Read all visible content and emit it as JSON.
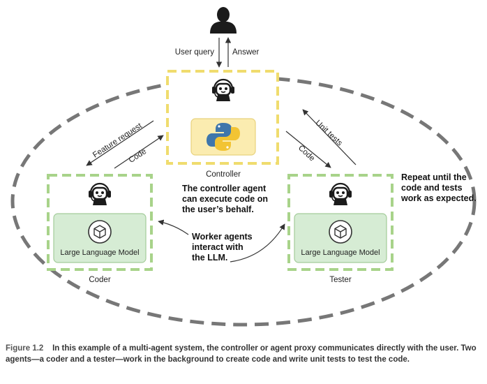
{
  "colors": {
    "controller_border": "#f0dc6e",
    "worker_border": "#a8d38a",
    "llm_fill": "#d6ecd4",
    "llm_border": "#a3cc9a",
    "python_fill": "#fbecb0",
    "python_border": "#e8d27d",
    "ellipse_dash": "#777777",
    "arrow": "#333333",
    "user_icon": "#1b1b1b",
    "python_blue": "#3f76ab",
    "python_yellow": "#f2c434"
  },
  "icons": {
    "user": "user-silhouette-icon",
    "robot": "robot-headset-icon",
    "python": "python-logo-icon",
    "cube": "cube-icon"
  },
  "user": {
    "query_label": "User query",
    "answer_label": "Answer"
  },
  "controller": {
    "label": "Controller",
    "note_lines": [
      "The controller agent",
      "can execute code on",
      "the user’s behalf."
    ]
  },
  "coder": {
    "label": "Coder",
    "llm_label": "Large Language Model",
    "arrow_out": "Feature request",
    "arrow_in": "Code"
  },
  "tester": {
    "label": "Tester",
    "llm_label": "Large Language Model",
    "arrow_out": "Code",
    "arrow_in": "Unit tests"
  },
  "workers_note_lines": [
    "Worker agents",
    "interact with",
    "the LLM."
  ],
  "repeat_note_lines": [
    "Repeat until the",
    "code and tests",
    "work as expected."
  ],
  "caption": {
    "figure": "Figure 1.2",
    "text": "In this example of a multi-agent system, the controller or agent proxy communicates directly with the user. Two agents—a coder and a tester—work in the background to create code and write unit tests to test the code."
  }
}
